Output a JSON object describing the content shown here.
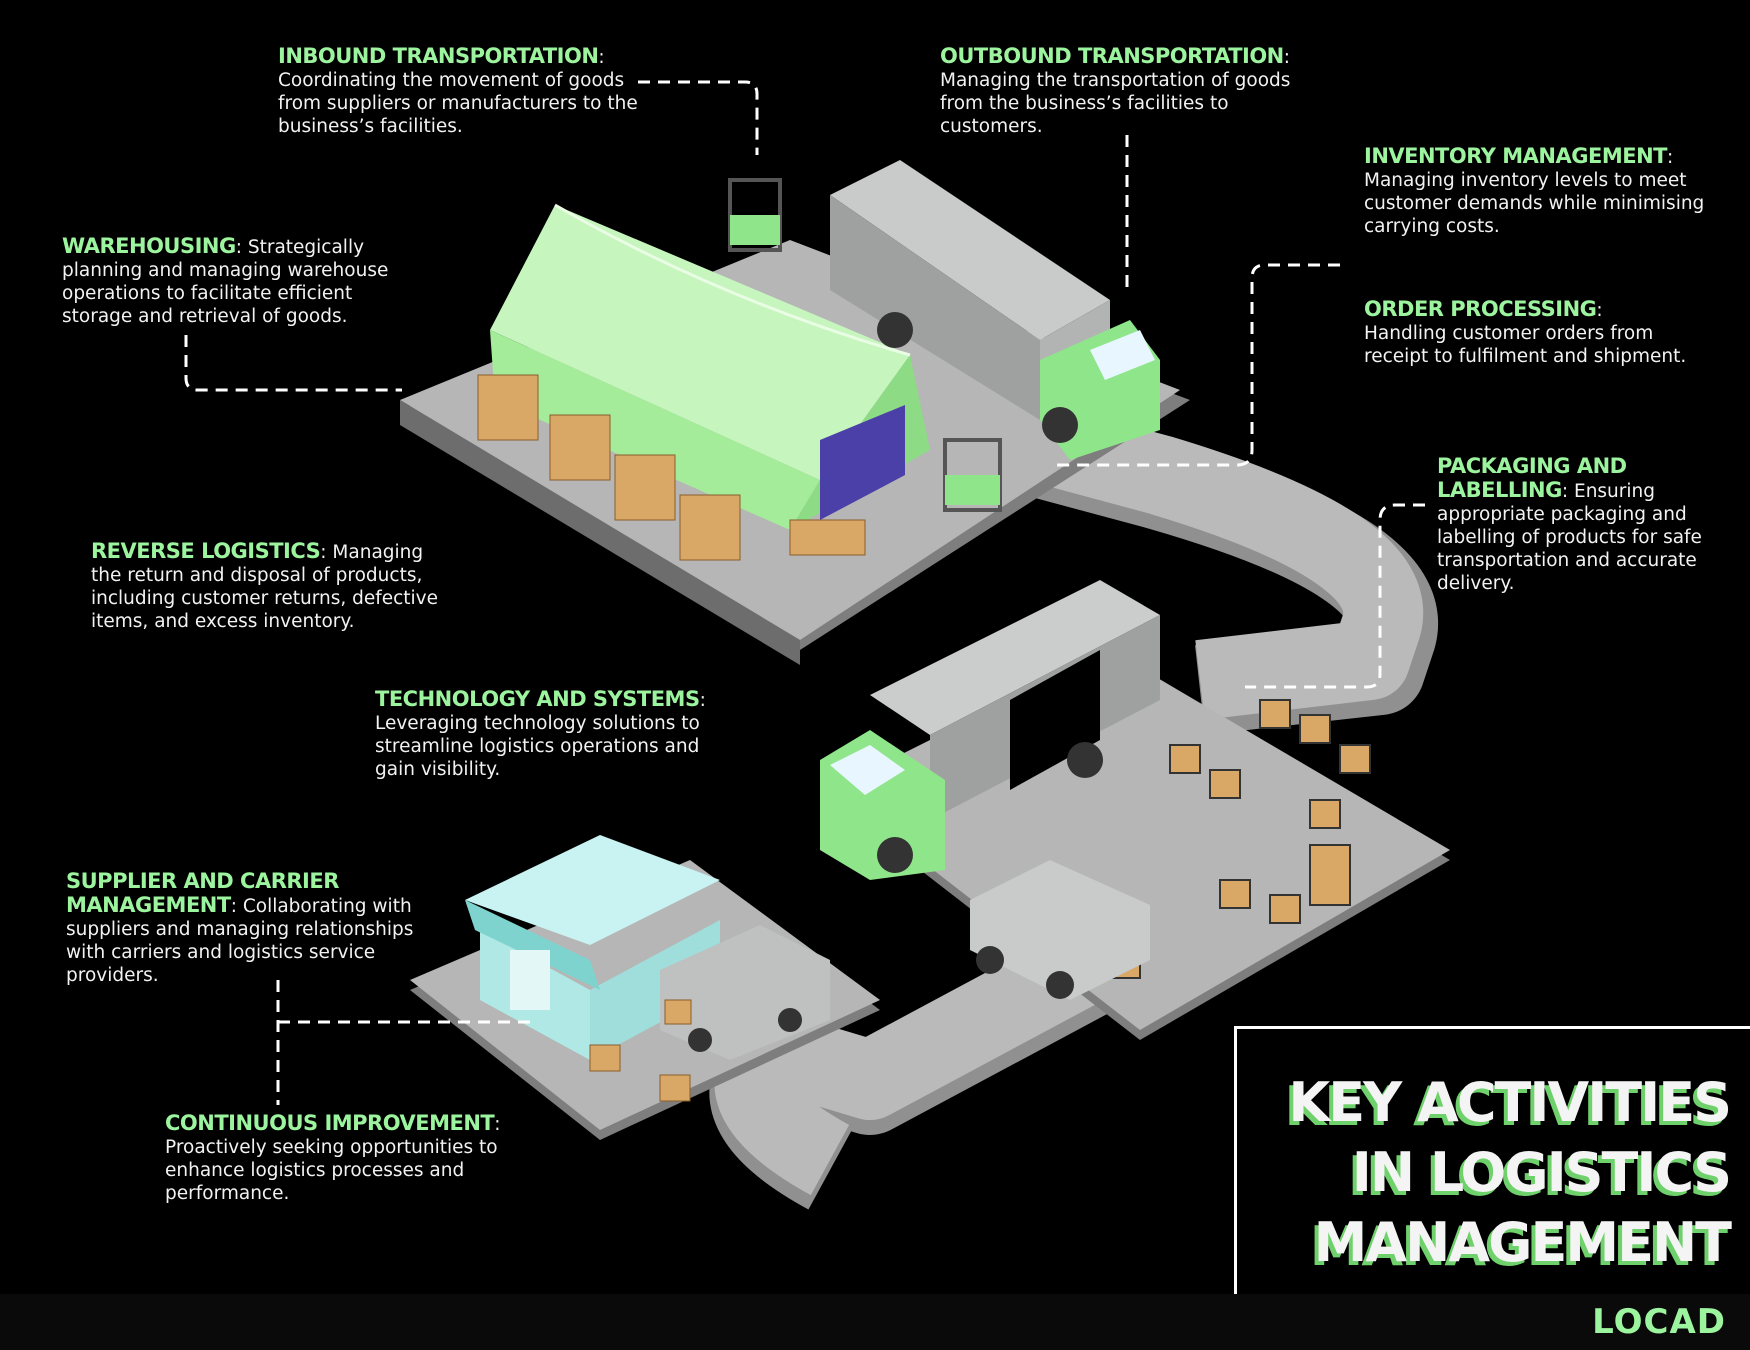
{
  "title": {
    "line1": "KEY ACTIVITIES",
    "line2": "IN LOGISTICS",
    "line3": "MANAGEMENT"
  },
  "logo": "LOCAD",
  "colors": {
    "accent_green": "#9cf59e",
    "truck_green": "#8fe58a",
    "road_gray": "#b7b8b7",
    "background": "#000000"
  },
  "activities": {
    "inbound": {
      "heading": "INBOUND TRANSPORTATION",
      "text": "Coordinating the movement of goods from suppliers or manufacturers to the business’s facilities."
    },
    "outbound": {
      "heading": "OUTBOUND TRANSPORTATION",
      "text": "Managing the transportation of goods from the business’s facilities to customers."
    },
    "inventory": {
      "heading": "INVENTORY MANAGEMENT",
      "text": "Managing inventory levels to meet customer demands while minimising carrying costs."
    },
    "order": {
      "heading": "ORDER PROCESSING",
      "text": "Handling customer orders from receipt to fulfilment and shipment."
    },
    "warehousing": {
      "heading": "WAREHOUSING",
      "text": "Strategically planning and managing warehouse operations to facilitate efficient storage and retrieval of goods."
    },
    "packaging": {
      "heading_line1": "PACKAGING AND",
      "heading_line2": "LABELLING",
      "text": "Ensuring appropriate packaging and labelling of products for safe transportation and accurate delivery."
    },
    "reverse": {
      "heading": "REVERSE LOGISTICS",
      "text": "Managing the return and disposal of products, including customer returns, defective items, and excess inventory."
    },
    "technology": {
      "heading": "TECHNOLOGY AND SYSTEMS",
      "text": "Leveraging technology solutions to streamline logistics operations and gain visibility."
    },
    "supplier": {
      "heading_line1": "SUPPLIER AND CARRIER",
      "heading_line2": "MANAGEMENT",
      "text": "Collaborating with suppliers and managing relationships with carriers and logistics service providers."
    },
    "continuous": {
      "heading": "CONTINUOUS IMPROVEMENT",
      "text": "Proactively seeking opportunities to enhance logistics processes and performance."
    }
  }
}
